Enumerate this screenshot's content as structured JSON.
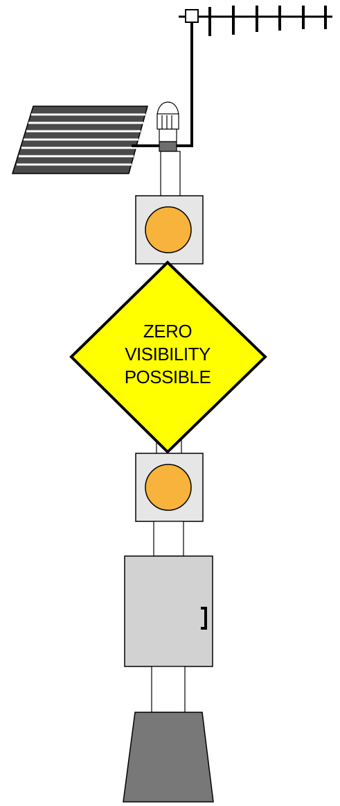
{
  "sign": {
    "line1": "ZERO",
    "line2": "VISIBILITY",
    "line3": "POSSIBLE"
  },
  "colors": {
    "sign_fill": "#ffff00",
    "beacon_fill": "#f8b33c",
    "panel_fill": "#e6e6e6",
    "cabinet_fill": "#d2d2d2",
    "base_fill": "#787878",
    "solar_fill": "#4a4a4a",
    "outline": "#000000"
  },
  "components": {
    "antenna": "yagi-antenna-icon",
    "solar_panel": "solar-panel-icon",
    "sensor": "sensor-dome-icon",
    "beacons": [
      "flashing-beacon-icon",
      "flashing-beacon-icon"
    ],
    "cabinet": "equipment-cabinet-icon",
    "foundation": "concrete-base-icon"
  }
}
